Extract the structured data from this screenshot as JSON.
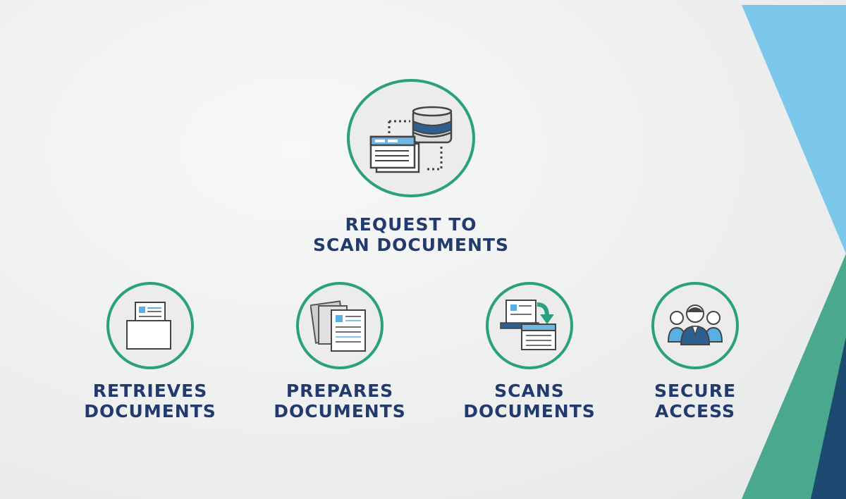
{
  "diagram": {
    "top_node": {
      "line1": "REQUEST TO",
      "line2": "SCAN DOCUMENTS",
      "icon": "database-window-icon"
    },
    "steps": [
      {
        "line1": "RETRIEVES",
        "line2": "DOCUMENTS",
        "icon": "document-in-folder-icon"
      },
      {
        "line1": "PREPARES",
        "line2": "DOCUMENTS",
        "icon": "document-stack-icon"
      },
      {
        "line1": "SCANS",
        "line2": "DOCUMENTS",
        "icon": "scan-download-icon"
      },
      {
        "line1": "SECURE",
        "line2": "ACCESS",
        "icon": "users-group-icon"
      }
    ]
  },
  "colors": {
    "accent_green": "#2aa07f",
    "label_navy": "#233a6e",
    "shape_light_blue": "#7cc8ec",
    "shape_teal": "#4aa88e",
    "shape_dark_navy": "#1d4a70"
  }
}
